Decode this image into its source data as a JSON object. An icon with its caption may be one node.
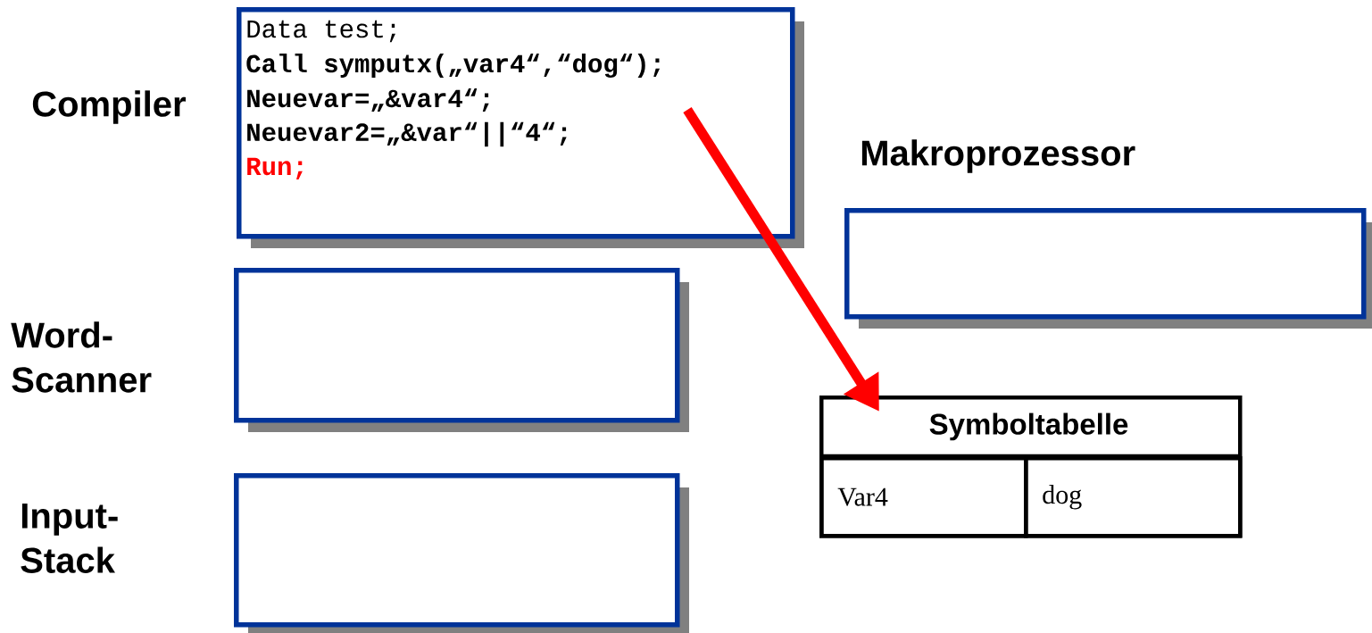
{
  "diagram": {
    "nodes": [
      {
        "text": [
          "Compiler",
          "Data test;",
          "Call symputx(„var4“,“dog“);",
          "Neuevar=„&var4“;",
          "Neuevar2=„&var“||“4“;",
          "Run;"
        ]
      },
      {
        "text": [
          "Word- Scanner"
        ]
      },
      {
        "text": [
          "Input- Stack"
        ]
      },
      {
        "text": [
          "Makroprozessor"
        ]
      },
      {
        "text": [
          "Symboltabelle"
        ]
      },
      {
        "text": [
          "Var4"
        ],
        "in": 4
      },
      {
        "text": [
          "dog"
        ],
        "in": 4
      }
    ],
    "edges": [
      {
        "from": 0,
        "to": 4,
        "arrow": "to",
        "color": "#ff0000"
      }
    ]
  }
}
